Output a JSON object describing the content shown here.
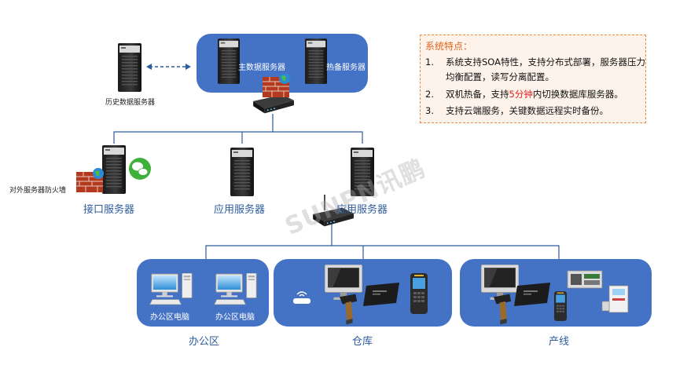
{
  "diagram": {
    "labels": {
      "history_server": "历史数据服务器",
      "main_db_server": "主数据服务器",
      "hot_standby_server": "热备服务器",
      "firewall_label": "对外服务器防火墙",
      "interface_server": "接口服务器",
      "app_server_1": "应用服务器",
      "app_server_2": "应用服务器",
      "office_pc_1": "办公区电脑",
      "office_pc_2": "办公区电脑",
      "zone_office": "办公区",
      "zone_warehouse": "仓库",
      "zone_production": "产线"
    },
    "watermark": "SUNPN讯鹏",
    "features": {
      "title": "系统特点：",
      "items": [
        {
          "num": "1.",
          "text": "系统支持SOA特性，支持分布式部署，服务器压力均衡配置，读写分离配置。"
        },
        {
          "num": "2.",
          "pre": "双机热备，支持",
          "highlight": "5分钟",
          "post": "内切换数据库服务器。"
        },
        {
          "num": "3.",
          "text": "支持云端服务，关键数据远程实时备份。"
        }
      ]
    },
    "colors": {
      "panel": "#4472c4",
      "line": "#2e5c9e",
      "notes_border": "#f08a3c",
      "notes_bg": "#fdf3ea",
      "highlight": "#e02020"
    }
  }
}
